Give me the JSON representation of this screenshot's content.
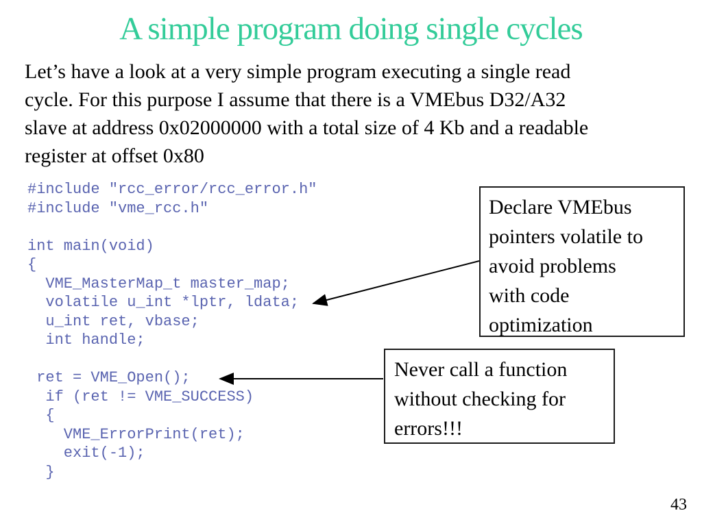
{
  "slide": {
    "title": "A simple program doing single cycles",
    "title_color": "#33CC99",
    "background_color": "#FFFFFF",
    "page_number": "43"
  },
  "intro": {
    "lines": [
      "Let’s have a look at a very simple program executing a single read",
      "cycle. For this purpose I assume that there is a VMEbus D32/A32",
      "slave at address 0x02000000 with a total size of 4 Kb and a readable",
      "register at offset 0x80"
    ]
  },
  "code": {
    "color": "#5A64B0",
    "lines": [
      "#include \"rcc_error/rcc_error.h\"",
      "#include \"vme_rcc.h\"",
      "",
      "int main(void)",
      "{",
      "  VME_MasterMap_t master_map;",
      "  volatile u_int *lptr, ldata;",
      "  u_int ret, vbase;",
      "  int handle;",
      "",
      " ret = VME_Open();",
      "  if (ret != VME_SUCCESS)",
      "  {",
      "    VME_ErrorPrint(ret);",
      "    exit(-1);",
      "  }"
    ]
  },
  "callouts": {
    "declare_volatile": {
      "lines": [
        "Declare VMEbus",
        "pointers volatile to",
        "avoid problems",
        "with code",
        "optimization"
      ]
    },
    "check_errors": {
      "lines": [
        "Never call a function",
        "without checking for",
        "errors!!!"
      ]
    }
  }
}
